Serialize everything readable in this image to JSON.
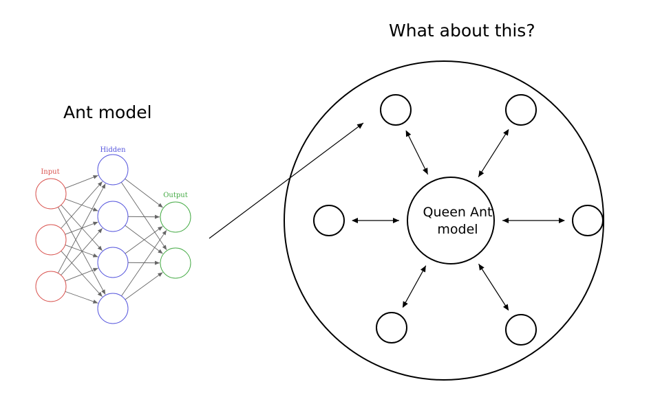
{
  "titles": {
    "left": "Ant model",
    "right": "What about this?"
  },
  "network": {
    "layers": [
      {
        "label": "Input",
        "count": 3,
        "color": "#d9534f"
      },
      {
        "label": "Hidden",
        "count": 4,
        "color": "#5555dd"
      },
      {
        "label": "Output",
        "count": 2,
        "color": "#44aa44"
      }
    ],
    "edge_color": "#666666"
  },
  "colony": {
    "queen_label_line1": "Queen Ant",
    "queen_label_line2": "model",
    "worker_count": 6
  }
}
